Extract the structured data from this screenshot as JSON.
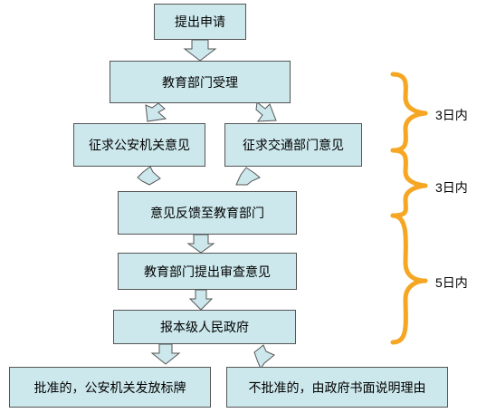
{
  "flow": {
    "step1": "提出申请",
    "step2": "教育部门受理",
    "step3a": "征求公安机关意见",
    "step3b": "征求交通部门意见",
    "step4": "意见反馈至教育部门",
    "step5": "教育部门提出审查意见",
    "step6": "报本级人民政府",
    "outcome_yes": "批准的，公安机关发放标牌",
    "outcome_no": "不批准的，由政府书面说明理由"
  },
  "timeline": {
    "phase1": "3日内",
    "phase2": "3日内",
    "phase3": "5日内"
  },
  "colors": {
    "box_fill": "#cce8ec",
    "border": "#555555",
    "brace": "#f5a623"
  }
}
